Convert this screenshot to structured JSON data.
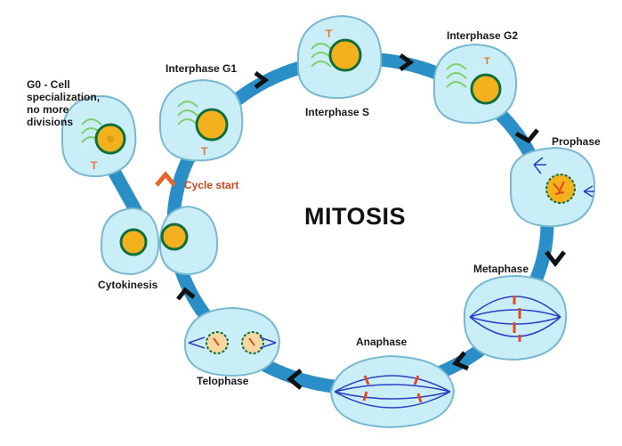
{
  "title": "MITOSIS",
  "cycle_start": "Cycle start",
  "phases": {
    "g0": "G0 - Cell\nspecialization,\nno more\ndivisions",
    "g1": "Interphase G1",
    "s": "Interphase S",
    "g2": "Interphase G2",
    "prophase": "Prophase",
    "metaphase": "Metaphase",
    "anaphase": "Anaphase",
    "telophase": "Telophase",
    "cytokinesis": "Cytokinesis"
  },
  "colors": {
    "ring": "#2a8fc7",
    "cell_fill": "#c9eef7",
    "cell_border": "#79b9cf",
    "nucleus": "#f2b11d",
    "nucleus_border": "#0f6f3a",
    "organelle": "#7fcf6a",
    "centrosome": "#e8762f",
    "spindle": "#2a3fc1",
    "chromosome": "#e14a1f",
    "arrow": "#111111",
    "start_marker": "#e8662b"
  }
}
